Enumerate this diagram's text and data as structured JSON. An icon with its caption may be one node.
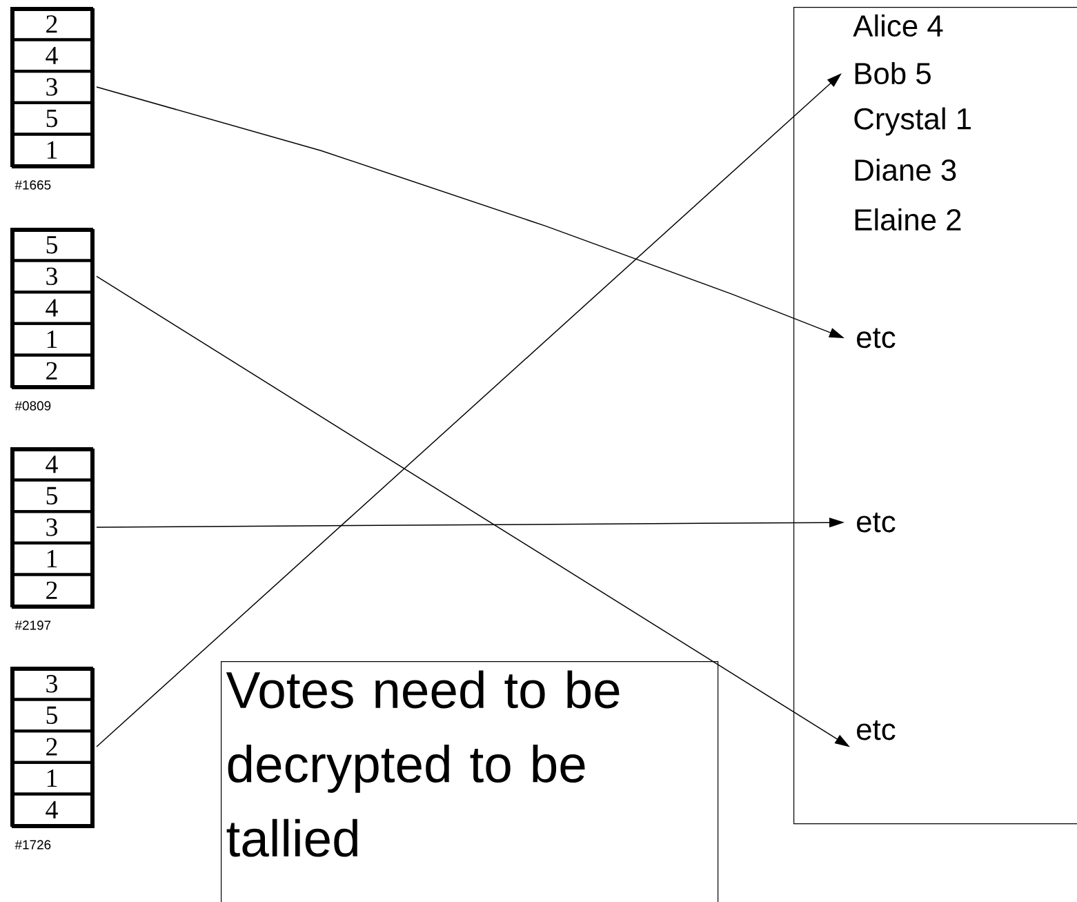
{
  "diagram": {
    "nodes": [
      {
        "text": [],
        "shape": "box",
        "beside": [
          "#1665"
        ]
      },
      {
        "text": [
          "2"
        ],
        "in": 0
      },
      {
        "text": [
          "4"
        ],
        "in": 0
      },
      {
        "text": [
          "3"
        ],
        "in": 0
      },
      {
        "text": [
          "5"
        ],
        "in": 0
      },
      {
        "text": [
          "1"
        ],
        "in": 0
      },
      {
        "text": [],
        "shape": "box",
        "beside": [
          "#0809"
        ]
      },
      {
        "text": [
          "5"
        ],
        "in": 6
      },
      {
        "text": [
          "3"
        ],
        "in": 6
      },
      {
        "text": [
          "4"
        ],
        "in": 6
      },
      {
        "text": [
          "1"
        ],
        "in": 6
      },
      {
        "text": [
          "2"
        ],
        "in": 6
      },
      {
        "text": [],
        "shape": "box",
        "beside": [
          "#2197"
        ]
      },
      {
        "text": [
          "4"
        ],
        "in": 12
      },
      {
        "text": [
          "5"
        ],
        "in": 12
      },
      {
        "text": [
          "3"
        ],
        "in": 12
      },
      {
        "text": [
          "1"
        ],
        "in": 12
      },
      {
        "text": [
          "2"
        ],
        "in": 12
      },
      {
        "text": [],
        "shape": "box",
        "beside": [
          "#1726"
        ]
      },
      {
        "text": [
          "3"
        ],
        "in": 18
      },
      {
        "text": [
          "5"
        ],
        "in": 18
      },
      {
        "text": [
          "2"
        ],
        "in": 18
      },
      {
        "text": [
          "1"
        ],
        "in": 18
      },
      {
        "text": [
          "4"
        ],
        "in": 18
      },
      {
        "text": [],
        "shape": "box"
      },
      {
        "text": [
          "Alice 4"
        ],
        "in": 24
      },
      {
        "text": [
          "Bob 5"
        ],
        "in": 24
      },
      {
        "text": [
          "Crystal 1"
        ],
        "in": 24
      },
      {
        "text": [
          "Diane 3"
        ],
        "in": 24
      },
      {
        "text": [
          "Elaine 2"
        ],
        "in": 24
      },
      {
        "text": [
          "etc"
        ],
        "in": 24
      },
      {
        "text": [
          "etc"
        ],
        "in": 24
      },
      {
        "text": [
          "etc"
        ],
        "in": 24
      },
      {
        "text": [
          "Votes need to be decrypted to be tallied"
        ]
      }
    ],
    "edges": [
      {
        "from": 3,
        "to": 30,
        "arrow": "to"
      },
      {
        "from": 8,
        "to": 32,
        "arrow": "to"
      },
      {
        "from": 15,
        "to": 31,
        "arrow": "to"
      },
      {
        "from": 21,
        "to": 26,
        "arrow": "to"
      }
    ]
  }
}
